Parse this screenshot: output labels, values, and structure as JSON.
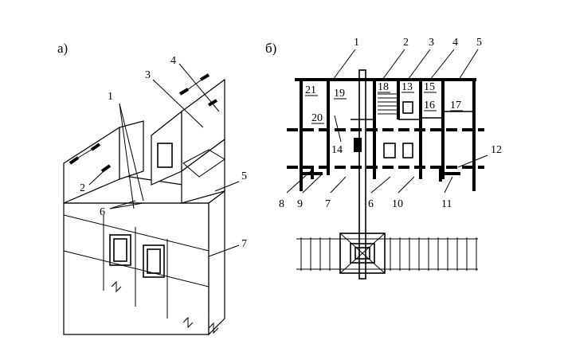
{
  "figure": {
    "panel_a": {
      "letter": "а)",
      "callouts": [
        "1",
        "2",
        "3",
        "4",
        "5",
        "6",
        "7"
      ]
    },
    "panel_b": {
      "letter": "б)",
      "top_callouts": [
        "1",
        "2",
        "3",
        "4",
        "5"
      ],
      "room_numbers": [
        "21",
        "19",
        "18",
        "13",
        "15",
        "16",
        "17",
        "20",
        "14"
      ],
      "side_callouts": [
        "12"
      ],
      "bottom_callouts": [
        "8",
        "9",
        "7",
        "6",
        "10",
        "11"
      ]
    }
  }
}
